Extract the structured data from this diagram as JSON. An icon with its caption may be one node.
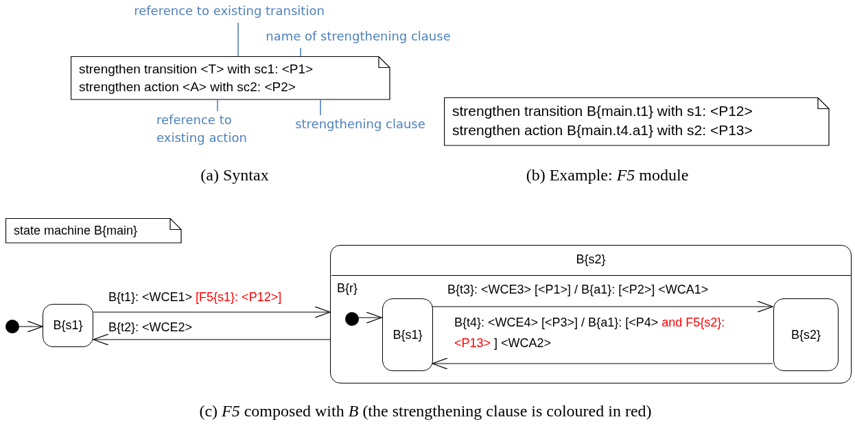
{
  "diagram": {
    "nodes": [
      {
        "text": [
          "reference to existing transition"
        ]
      },
      {
        "text": [
          "name of strengthening clause"
        ]
      },
      {
        "text": [
          "strengthen transition <T> with sc1: <P1>",
          "strengthen action <A> with sc2: <P2>"
        ]
      },
      {
        "text": [
          "reference to existing action"
        ]
      },
      {
        "text": [
          "strengthening clause"
        ]
      },
      {
        "text": [
          "strengthen transition B{main.t1} with s1: <P12>",
          "strengthen action B{main.t4.a1} with s2: <P13>"
        ]
      },
      {
        "text": [
          "state machine B{main}"
        ]
      },
      {
        "text": [],
        "shape": "circle"
      },
      {
        "text": [
          "B{s1}"
        ]
      },
      {
        "text": [
          "B{s2}"
        ]
      },
      {
        "text": [
          "B{r}"
        ],
        "in": 9
      },
      {
        "text": [],
        "shape": "circle",
        "in": 10
      },
      {
        "text": [
          "B{s1}"
        ],
        "in": 10
      },
      {
        "text": [
          "B{s2}"
        ],
        "in": 10
      }
    ],
    "edges": [
      {
        "from": 0,
        "to": 2,
        "arrow": "none",
        "color": "#4f81bd"
      },
      {
        "from": 1,
        "to": 2,
        "arrow": "none",
        "color": "#4f81bd"
      },
      {
        "from": 3,
        "to": 2,
        "arrow": "none",
        "color": "#4f81bd"
      },
      {
        "from": 4,
        "to": 2,
        "arrow": "none",
        "color": "#4f81bd"
      },
      {
        "from": 7,
        "to": 8,
        "arrow": "to"
      },
      {
        "from": 8,
        "to": 9,
        "arrow": "to",
        "label": "B{t1}: <WCE1> *[F5{s1}: <P12>]*"
      },
      {
        "from": 9,
        "to": 8,
        "arrow": "to",
        "label": "B{t2}: <WCE2>"
      },
      {
        "from": 11,
        "to": 12,
        "arrow": "to"
      },
      {
        "from": 12,
        "to": 13,
        "arrow": "to",
        "label": "B{t3}: <WCE3> [<P1>] / B{a1}: [<P2>] <WCA1>"
      },
      {
        "from": 13,
        "to": 12,
        "arrow": "to",
        "label": "B{t4}: <WCE4> [<P3>] / B{a1}: [<P4> *and F5{s2}: <P13>* ] <WCA2>"
      }
    ],
    "labels": [
      "(a) Syntax",
      "(b) Example: *F5* module",
      "(c) *F5* composed with *B* (the strengthening clause is coloured in red)"
    ]
  }
}
